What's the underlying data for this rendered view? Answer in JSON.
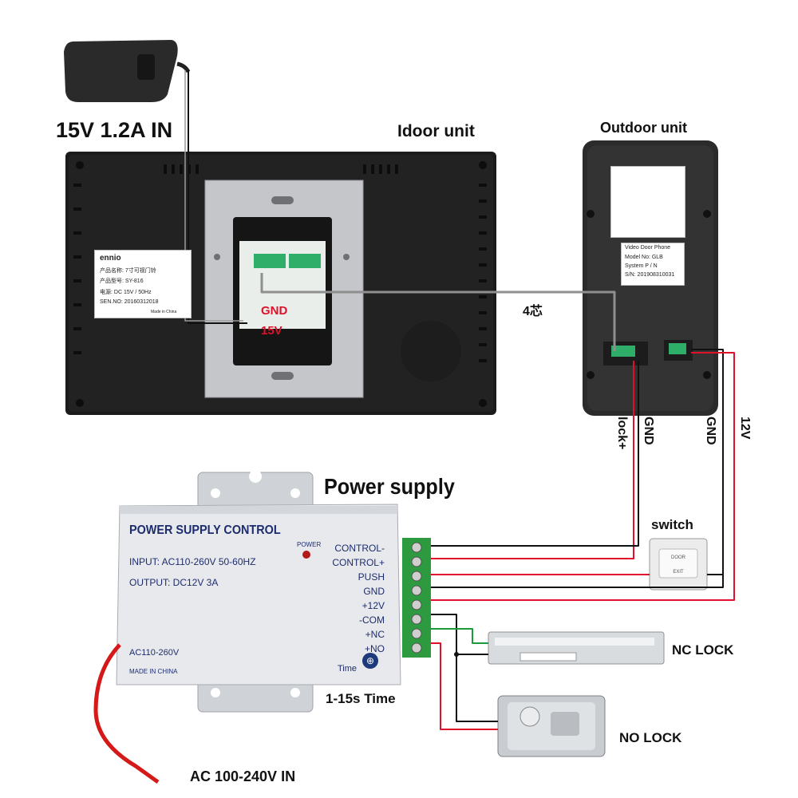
{
  "labels": {
    "adapter_in": "15V 1.2A  IN",
    "indoor_unit": "Idoor unit",
    "outdoor_unit": "Outdoor unit",
    "power_supply": "Power supply",
    "wire_4core": "4芯",
    "gnd_red": "GND",
    "v15_red": "15V",
    "lock_plus": "lock+",
    "gnd_a": "GND",
    "gnd_b": "GND",
    "v12": "12V",
    "switch": "switch",
    "nc_lock": "NC LOCK",
    "no_lock": "NO LOCK",
    "time_range": "1-15s Time",
    "ac_in": "AC 100-240V IN"
  },
  "indoor_sticker": {
    "brand": "ennio",
    "line1": "产品名称: 7寸可视门铃",
    "line2": "产品型号: SY-816",
    "line3": "电源:         DC 15V / 50Hz",
    "line4": "SEN.NO: 20160312018",
    "made": "Made in China"
  },
  "outdoor_sticker": {
    "line1": "Video Door Phone",
    "line2": "Model No: GLB",
    "line3": "System P / N",
    "line4": "S/N: 201908310031"
  },
  "psu": {
    "title": "POWER SUPPLY CONTROL",
    "input": "INPUT: AC110-260V 50-60HZ",
    "output": "OUTPUT: DC12V  3A",
    "power_led": "POWER",
    "ac": "AC110-260V",
    "made": "MADE IN CHINA",
    "time": "Time",
    "terminals": [
      "CONTROL-",
      "CONTROL+",
      "PUSH",
      "GND",
      "+12V",
      "-COM",
      "+NC",
      "+NO"
    ]
  },
  "colors": {
    "wire_red": "#e0102a",
    "wire_black": "#111111",
    "wire_green": "#1a9a3a",
    "wire_gray": "#9a9a9a",
    "label_red": "#e0102a"
  }
}
